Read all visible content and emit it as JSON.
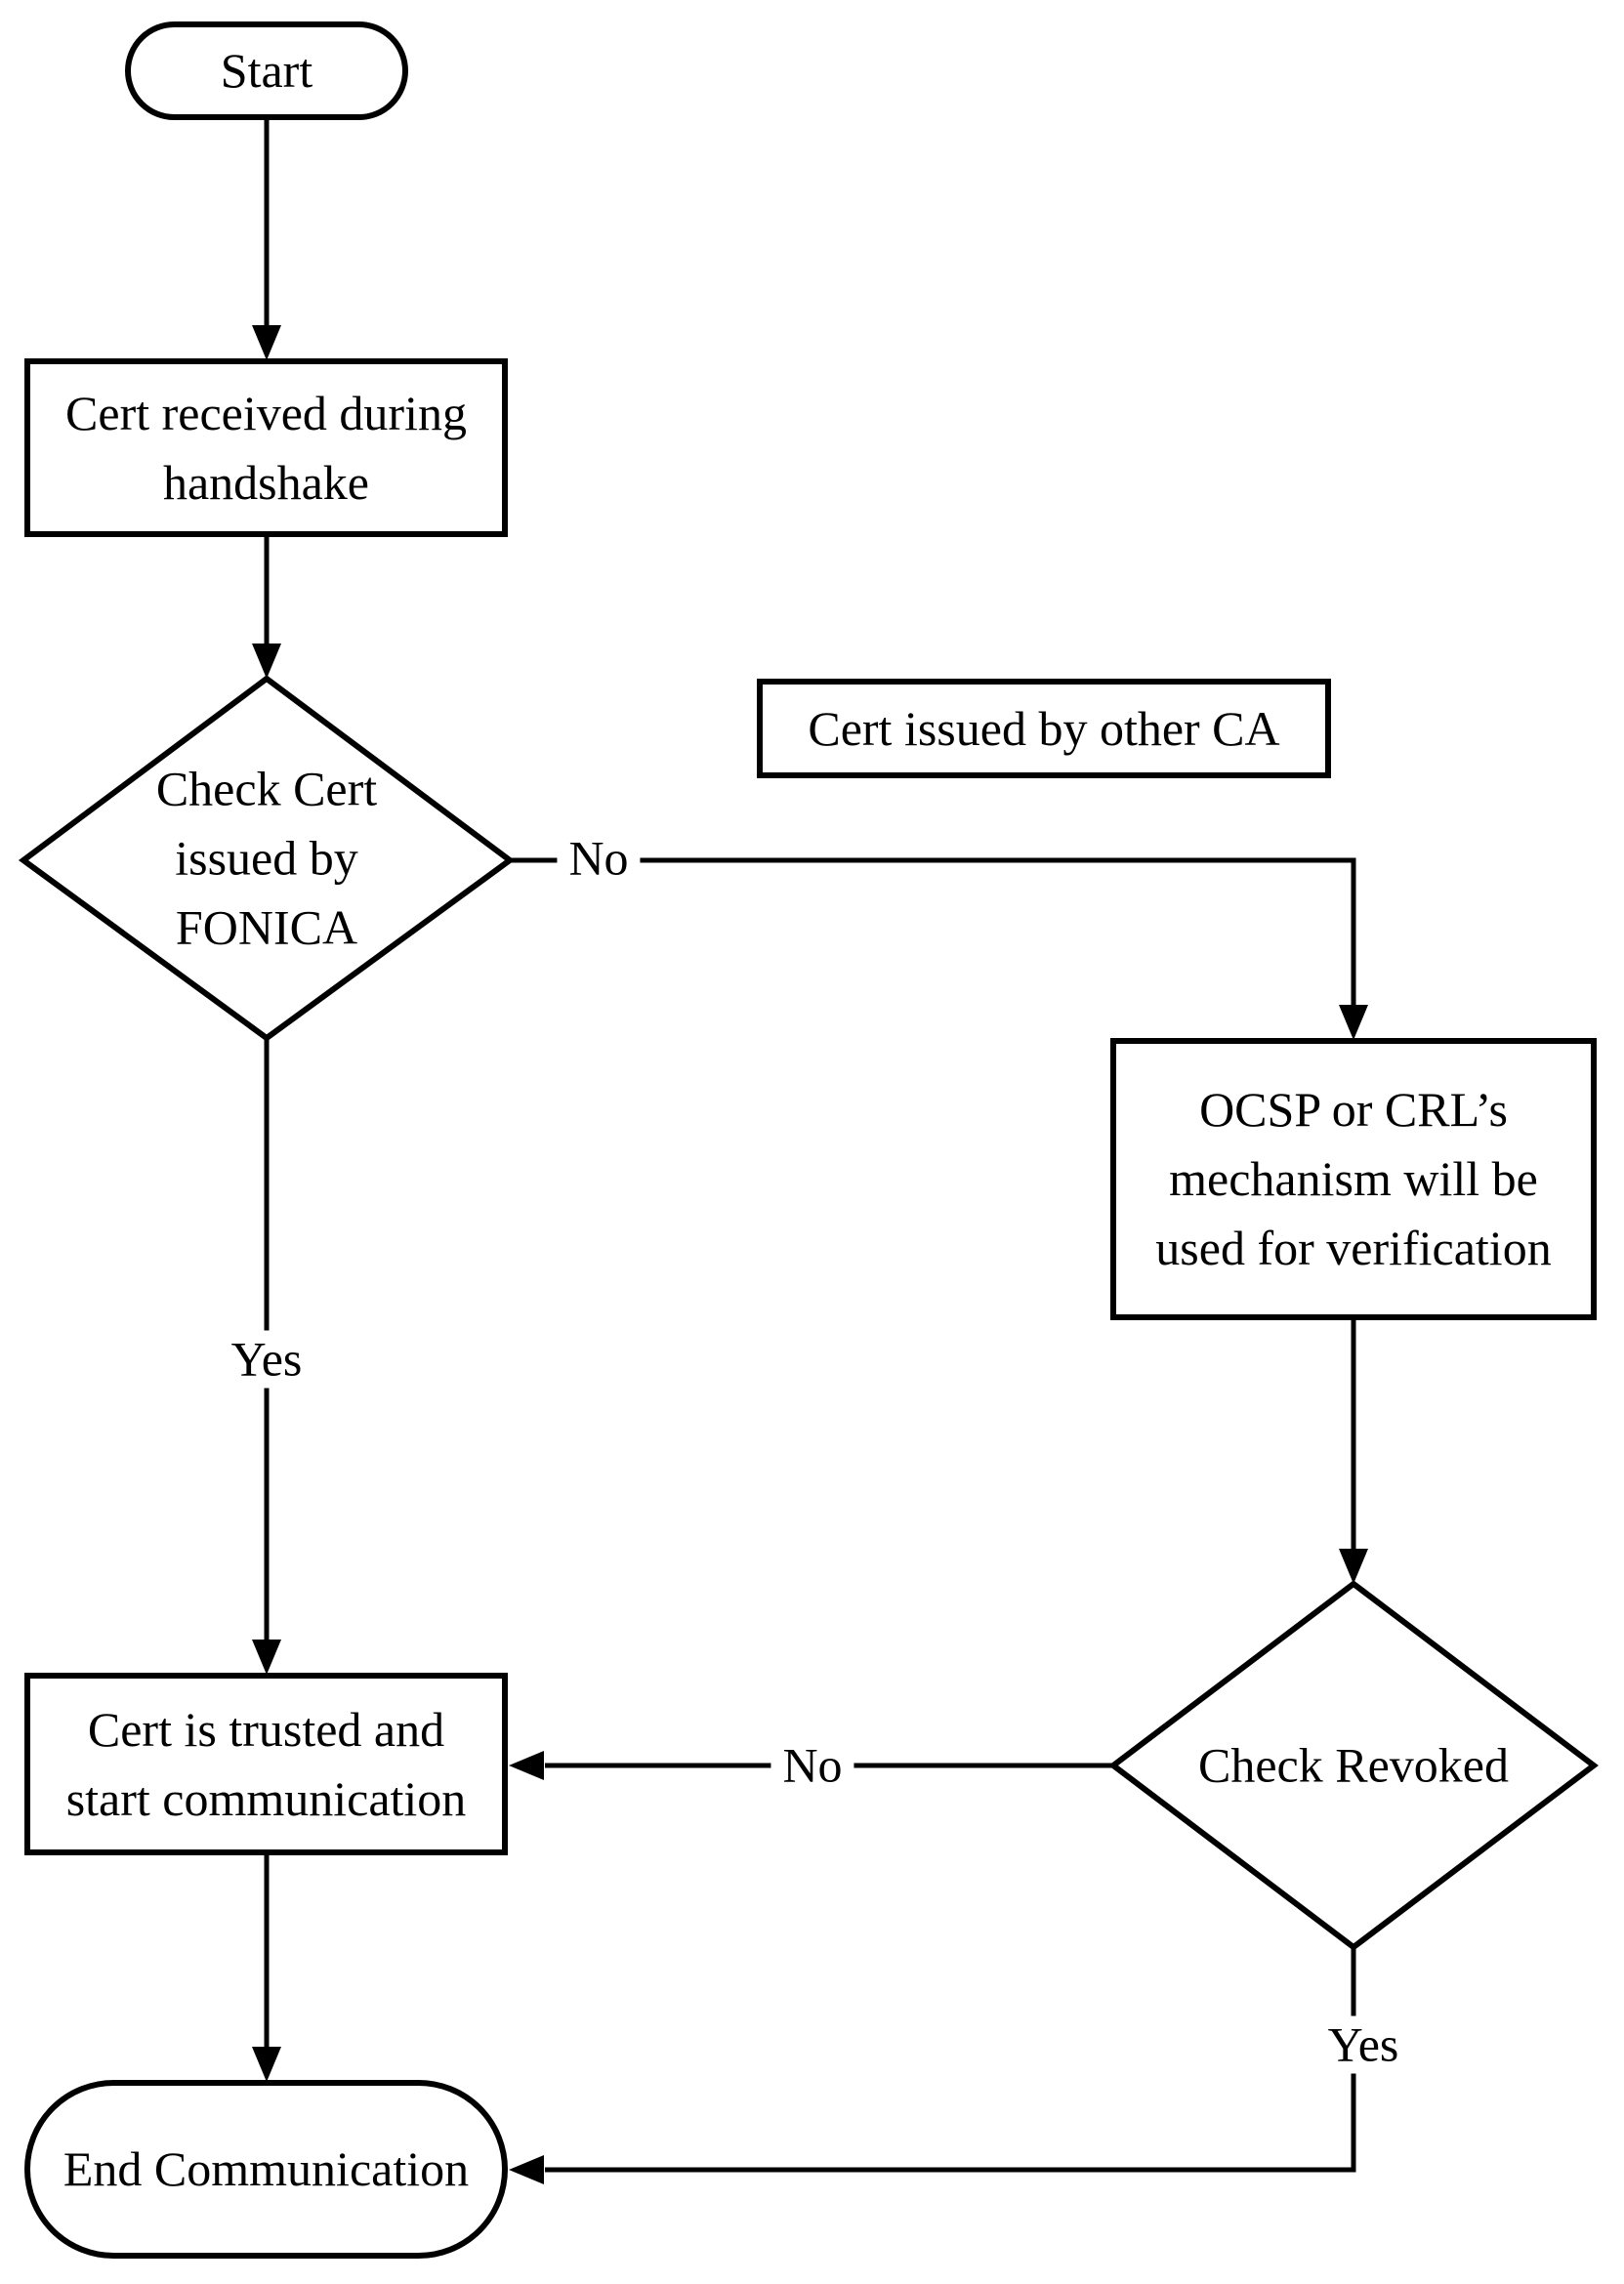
{
  "flowchart": {
    "colors": {
      "stroke": "#000000",
      "fill": "#ffffff"
    },
    "nodes": {
      "start": {
        "type": "terminator",
        "lines": [
          "Start"
        ]
      },
      "cert_received": {
        "type": "process",
        "lines": [
          "Cert received during",
          "handshake"
        ]
      },
      "check_cert_issued": {
        "type": "decision",
        "lines": [
          "Check Cert",
          "issued by",
          "FONICA"
        ]
      },
      "other_ca_note": {
        "type": "annotation",
        "lines": [
          "Cert issued by other CA"
        ]
      },
      "ocsp_crl": {
        "type": "process",
        "lines": [
          "OCSP or CRL’s",
          "mechanism will be",
          "used for verification"
        ]
      },
      "check_revoked": {
        "type": "decision",
        "lines": [
          "Check Revoked"
        ]
      },
      "cert_trusted": {
        "type": "process",
        "lines": [
          "Cert is trusted and",
          "start communication"
        ]
      },
      "end": {
        "type": "terminator",
        "lines": [
          "End Communication"
        ]
      }
    },
    "edge_labels": {
      "fonica_no": "No",
      "fonica_yes": "Yes",
      "revoked_no": "No",
      "revoked_yes": "Yes"
    }
  }
}
